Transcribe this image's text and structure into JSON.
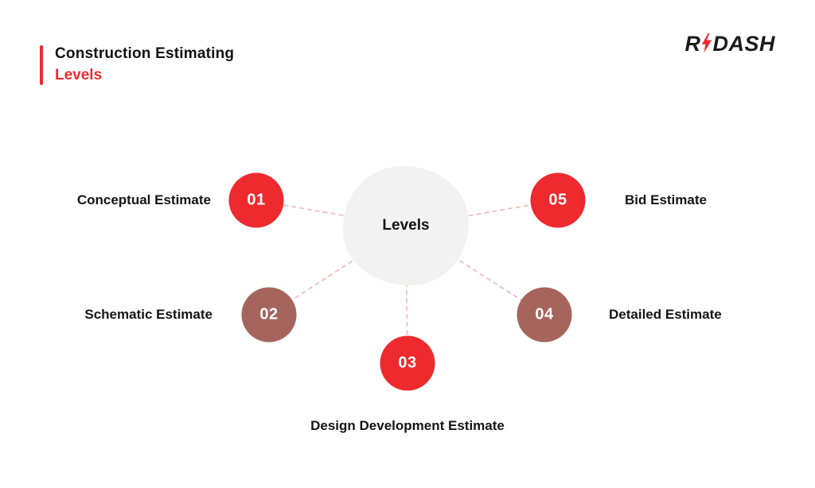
{
  "header": {
    "title_line1": "Construction Estimating",
    "title_line2": "Levels",
    "accent_color": "#ee2a2f"
  },
  "logo": {
    "prefix": "R",
    "suffix": "DASH",
    "bolt_icon": "lightning-bolt-icon",
    "bolt_color": "#ee2a2f",
    "text_color": "#1b1b1b"
  },
  "diagram": {
    "center_label": "Levels",
    "center_bg": "#f3f2f2",
    "line_color": "#f5b6b2",
    "nodes": [
      {
        "number": "01",
        "label": "Conceptual Estimate",
        "color": "#ee2a2f"
      },
      {
        "number": "02",
        "label": "Schematic Estimate",
        "color": "#a6655c"
      },
      {
        "number": "03",
        "label": "Design Development Estimate",
        "color": "#ee2a2f"
      },
      {
        "number": "04",
        "label": "Detailed Estimate",
        "color": "#a6655c"
      },
      {
        "number": "05",
        "label": "Bid Estimate",
        "color": "#ee2a2f"
      }
    ]
  }
}
